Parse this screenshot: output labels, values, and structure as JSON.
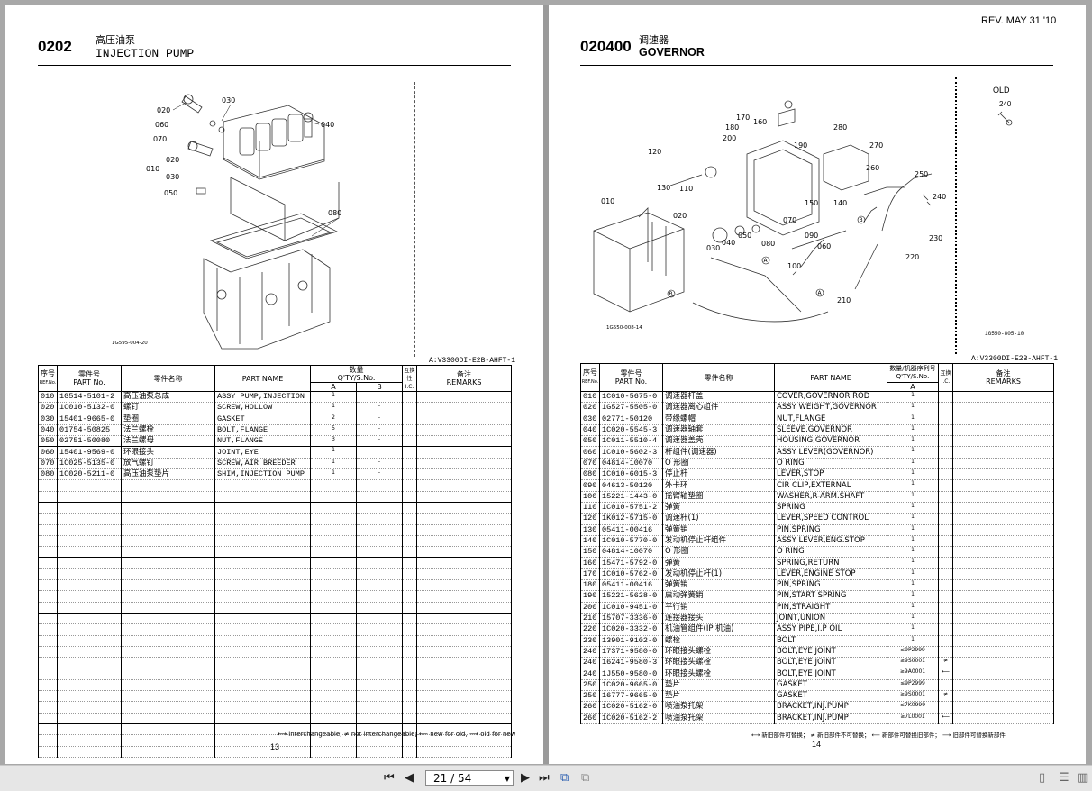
{
  "left_page": {
    "section_no": "0202",
    "title_cn": "高压油泵",
    "title_en": "INJECTION PUMP",
    "figure_code": "1G595-004-20",
    "callouts": [
      "020",
      "030",
      "040",
      "060",
      "070",
      "010",
      "020",
      "030",
      "050",
      "080"
    ],
    "model_code": "A:V3300DI-E2B-AHFT-1",
    "headers": {
      "ref_cn": "序号",
      "ref_en": "REF.No.",
      "partno_cn": "零件号",
      "partno_en": "PART No.",
      "name_cn": "零件名称",
      "name_en": "PART NAME",
      "qty_cn": "数量",
      "qty_en": "Q'TY/S.No.",
      "qty_a": "A",
      "qty_b": "B",
      "ic": "互换性 I.C.",
      "remarks_cn": "备注",
      "remarks_en": "REMARKS"
    },
    "rows": [
      {
        "ref": "010",
        "part": "1G514-5101-2",
        "cn": "高压油泵总成",
        "en": "ASSY PUMP,INJECTION",
        "qa": "1",
        "qb": "-"
      },
      {
        "ref": "020",
        "part": "1C010-5132-0",
        "cn": "螺钉",
        "en": "SCREW,HOLLOW",
        "qa": "1",
        "qb": "-"
      },
      {
        "ref": "030",
        "part": "15401-9665-0",
        "cn": "垫圈",
        "en": "GASKET",
        "qa": "2",
        "qb": "-"
      },
      {
        "ref": "040",
        "part": "01754-50825",
        "cn": "法兰螺栓",
        "en": "BOLT,FLANGE",
        "qa": "5",
        "qb": "-"
      },
      {
        "ref": "050",
        "part": "02751-50080",
        "cn": "法兰螺母",
        "en": "NUT,FLANGE",
        "qa": "3",
        "qb": "-"
      },
      {
        "ref": "060",
        "part": "15401-9569-0",
        "cn": "环眼接头",
        "en": "JOINT,EYE",
        "qa": "1",
        "qb": "-"
      },
      {
        "ref": "070",
        "part": "1C025-5135-0",
        "cn": "放气螺钉",
        "en": "SCREW,AIR BREEDER",
        "qa": "1",
        "qb": "-"
      },
      {
        "ref": "080",
        "part": "1C020-5211-0",
        "cn": "高压油泵垫片",
        "en": "SHIM,INJECTION PUMP",
        "qa": "1",
        "qb": "-"
      }
    ],
    "legend": "⟷ interchangeable; ≠ not interchangeable; ⟵ new for old, ⟶ old for new",
    "page_number": "13"
  },
  "right_page": {
    "revision": "REV. MAY 31 '10",
    "section_no": "020400",
    "title_cn": "调速器",
    "title_en": "GOVERNOR",
    "figure_code": "1G550-008-14",
    "inset_label": "OLD",
    "inset_callout": "240",
    "inset_code": "1G550-805-10",
    "callouts": [
      "170",
      "160",
      "180",
      "200",
      "120",
      "130",
      "110",
      "190",
      "280",
      "270",
      "260",
      "250",
      "240",
      "010",
      "020",
      "030",
      "040",
      "050",
      "070",
      "080",
      "090",
      "060",
      "150",
      "140",
      "230",
      "220",
      "100",
      "210"
    ],
    "model_code": "A:V3300DI-E2B-AHFT-1",
    "headers": {
      "ref_cn": "序号",
      "ref_en": "REF.No.",
      "partno_cn": "零件号",
      "partno_en": "PART No.",
      "name_cn": "零件名称",
      "name_en": "PART NAME",
      "qty_cn": "数量/机器序列号",
      "qty_en": "Q'TY/S.No.",
      "qty_a": "A",
      "ic": "互换 I.C.",
      "remarks_cn": "备注",
      "remarks_en": "REMARKS"
    },
    "rows": [
      {
        "ref": "010",
        "part": "1C010-5675-0",
        "cn": "调速器杆盖",
        "en": "COVER,GOVERNOR ROD",
        "q": "1",
        "ic": ""
      },
      {
        "ref": "020",
        "part": "1G527-5505-0",
        "cn": "调速器离心组件",
        "en": "ASSY WEIGHT,GOVERNOR",
        "q": "1",
        "ic": ""
      },
      {
        "ref": "030",
        "part": "02771-50120",
        "cn": "带缘螺帽",
        "en": "NUT,FLANGE",
        "q": "1",
        "ic": ""
      },
      {
        "ref": "040",
        "part": "1C020-5545-3",
        "cn": "调速器轴套",
        "en": "SLEEVE,GOVERNOR",
        "q": "1",
        "ic": ""
      },
      {
        "ref": "050",
        "part": "1C011-5510-4",
        "cn": "调速器盖壳",
        "en": "HOUSING,GOVERNOR",
        "q": "1",
        "ic": ""
      },
      {
        "ref": "060",
        "part": "1C010-5602-3",
        "cn": "杆组件(调速器)",
        "en": "ASSY LEVER(GOVERNOR)",
        "q": "1",
        "ic": ""
      },
      {
        "ref": "070",
        "part": "04814-10070",
        "cn": "O 形圈",
        "en": "O RING",
        "q": "1",
        "ic": ""
      },
      {
        "ref": "080",
        "part": "1C010-6015-3",
        "cn": "停止杆",
        "en": "LEVER,STOP",
        "q": "1",
        "ic": ""
      },
      {
        "ref": "090",
        "part": "04613-50120",
        "cn": "外卡环",
        "en": "CIR CLIP,EXTERNAL",
        "q": "1",
        "ic": ""
      },
      {
        "ref": "100",
        "part": "15221-1443-0",
        "cn": "摇臂轴垫圈",
        "en": "WASHER,R-ARM.SHAFT",
        "q": "1",
        "ic": ""
      },
      {
        "ref": "110",
        "part": "1C010-5751-2",
        "cn": "弹簧",
        "en": "SPRING",
        "q": "1",
        "ic": ""
      },
      {
        "ref": "120",
        "part": "1K012-5715-0",
        "cn": "调速杆(1)",
        "en": "LEVER,SPEED CONTROL",
        "q": "1",
        "ic": ""
      },
      {
        "ref": "130",
        "part": "05411-00416",
        "cn": "弹簧销",
        "en": "PIN,SPRING",
        "q": "1",
        "ic": ""
      },
      {
        "ref": "140",
        "part": "1C010-5770-0",
        "cn": "发动机停止杆组件",
        "en": "ASSY LEVER,ENG.STOP",
        "q": "1",
        "ic": ""
      },
      {
        "ref": "150",
        "part": "04814-10070",
        "cn": "O 形圈",
        "en": "O RING",
        "q": "1",
        "ic": ""
      },
      {
        "ref": "160",
        "part": "15471-5792-0",
        "cn": "弹簧",
        "en": "SPRING,RETURN",
        "q": "1",
        "ic": ""
      },
      {
        "ref": "170",
        "part": "1C010-5762-0",
        "cn": "发动机停止杆(1)",
        "en": "LEVER,ENGINE STOP",
        "q": "1",
        "ic": ""
      },
      {
        "ref": "180",
        "part": "05411-00416",
        "cn": "弹簧销",
        "en": "PIN,SPRING",
        "q": "1",
        "ic": ""
      },
      {
        "ref": "190",
        "part": "15221-5628-0",
        "cn": "启动弹簧销",
        "en": "PIN,START SPRING",
        "q": "1",
        "ic": ""
      },
      {
        "ref": "200",
        "part": "1C010-9451-0",
        "cn": "平行销",
        "en": "PIN,STRAIGHT",
        "q": "1",
        "ic": ""
      },
      {
        "ref": "210",
        "part": "15707-3336-0",
        "cn": "连接器接头",
        "en": "JOINT,UNION",
        "q": "1",
        "ic": ""
      },
      {
        "ref": "220",
        "part": "1C020-3332-0",
        "cn": "机油管组件(IP 机油)",
        "en": "ASSY PIPE,I.P OIL",
        "q": "1",
        "ic": ""
      },
      {
        "ref": "230",
        "part": "13901-9102-0",
        "cn": "螺栓",
        "en": "BOLT",
        "q": "1",
        "ic": ""
      },
      {
        "ref": "240",
        "part": "17371-9580-0",
        "cn": "环眼接头螺栓",
        "en": "BOLT,EYE JOINT",
        "q": "≤9P2999",
        "ic": ""
      },
      {
        "ref": "240",
        "part": "16241-9580-3",
        "cn": "环眼接头螺栓",
        "en": "BOLT,EYE JOINT",
        "q": "≥9S0001",
        "ic": "≠"
      },
      {
        "ref": "240",
        "part": "1J550-9580-0",
        "cn": "环眼接头螺栓",
        "en": "BOLT,EYE JOINT",
        "q": "≥9A0001",
        "ic": "⟵"
      },
      {
        "ref": "250",
        "part": "1C020-9665-0",
        "cn": "垫片",
        "en": "GASKET",
        "q": "≤9P2999",
        "ic": ""
      },
      {
        "ref": "250",
        "part": "16777-9665-0",
        "cn": "垫片",
        "en": "GASKET",
        "q": "≥9S0001",
        "ic": "≠"
      },
      {
        "ref": "260",
        "part": "1C020-5162-0",
        "cn": "喷油泵托架",
        "en": "BRACKET,INJ.PUMP",
        "q": "≤7K0999",
        "ic": ""
      },
      {
        "ref": "260",
        "part": "1C020-5162-2",
        "cn": "喷油泵托架",
        "en": "BRACKET,INJ.PUMP",
        "q": "≥7L0001",
        "ic": "⟵"
      }
    ],
    "legend": "⟷ 新旧部件可替换； ≠ 新旧部件不可替换； ⟵ 新部件可替换旧部件； ⟶ 旧部件可替换新部件",
    "page_number": "14"
  },
  "toolbar": {
    "current_page": "21 / 54",
    "icons": [
      "first-page-icon",
      "prev-page-icon",
      "next-page-icon",
      "last-page-icon",
      "fit-page-icon",
      "two-page-icon",
      "single-view-icon",
      "continuous-view-icon",
      "facing-view-icon"
    ]
  }
}
